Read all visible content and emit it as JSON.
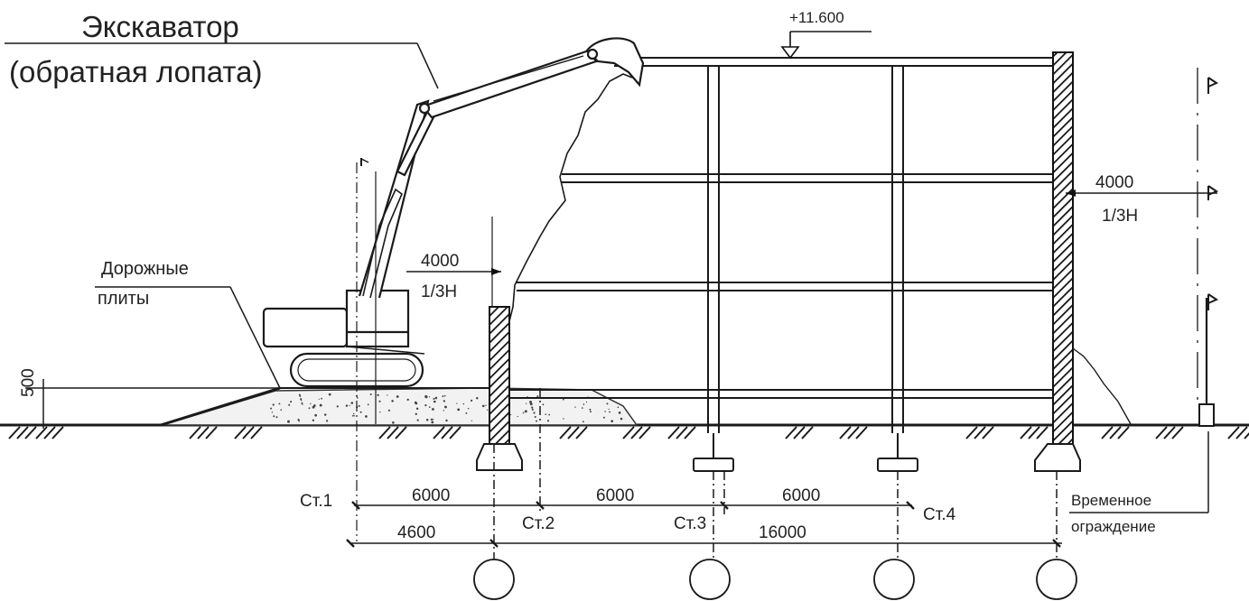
{
  "labels": {
    "excavator_line1": "Экскаватор",
    "excavator_line2": "(обратная лопата)",
    "road_plates_line1": "Дорожные",
    "road_plates_line2": "плиты",
    "elevation_top": "+11.600",
    "dim_500": "500",
    "dim_4000_left": "4000",
    "third_h_left": "1/3H",
    "dim_4000_right": "4000",
    "third_h_right": "1/3H",
    "st1": "Ст.1",
    "st2": "Ст.2",
    "st3": "Ст.3",
    "st4": "Ст.4",
    "span_6000_1": "6000",
    "span_6000_2": "6000",
    "span_6000_3": "6000",
    "dim_4600": "4600",
    "dim_16000": "16000",
    "temp_fence_line1": "Временное",
    "temp_fence_line2": "ограждение"
  }
}
